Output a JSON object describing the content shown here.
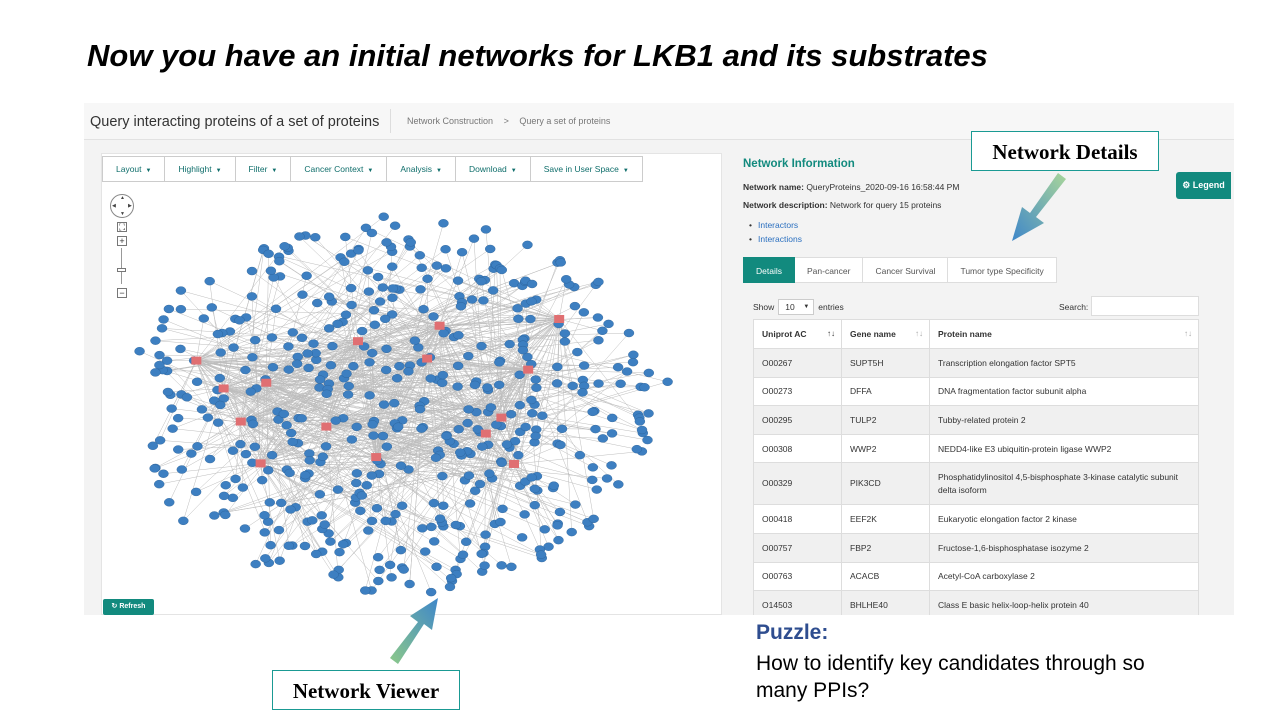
{
  "slide": {
    "title": "Now you have an initial networks for LKB1 and its substrates",
    "callout_details": "Network Details",
    "callout_viewer": "Network Viewer",
    "puzzle_heading": "Puzzle:",
    "puzzle_text": "How to identify key candidates through so many PPIs?"
  },
  "app": {
    "page_title": "Query interacting proteins of a set of proteins",
    "breadcrumb": [
      "Network Construction",
      ">",
      "Query a set of proteins"
    ],
    "toolbar": [
      "Layout",
      "Highlight",
      "Filter",
      "Cancer Context",
      "Analysis",
      "Download",
      "Save in User Space"
    ],
    "refresh_label": "Refresh",
    "legend_label": "Legend",
    "colors": {
      "accent": "#128a7e",
      "node_blue": "#3d7fc1",
      "node_query": "#e06f72",
      "edge": "#bdbdbd"
    }
  },
  "network_info": {
    "title": "Network Information",
    "name_label": "Network name:",
    "name_value": "QueryProteins_2020-09-16 16:58:44 PM",
    "desc_label": "Network description:",
    "desc_value": "Network for query 15 proteins",
    "links": [
      "Interactors",
      "Interactions"
    ],
    "tabs": [
      "Details",
      "Pan-cancer",
      "Cancer Survival",
      "Tumor type Specificity"
    ],
    "active_tab": "Details"
  },
  "table": {
    "show_label": "Show",
    "entries_value": "10",
    "entries_label": "entries",
    "search_label": "Search:",
    "columns": [
      "Uniprot AC",
      "Gene name",
      "Protein name"
    ],
    "rows": [
      [
        "O00267",
        "SUPT5H",
        "Transcription elongation factor SPT5"
      ],
      [
        "O00273",
        "DFFA",
        "DNA fragmentation factor subunit alpha"
      ],
      [
        "O00295",
        "TULP2",
        "Tubby-related protein 2"
      ],
      [
        "O00308",
        "WWP2",
        "NEDD4-like E3 ubiquitin-protein ligase WWP2"
      ],
      [
        "O00329",
        "PIK3CD",
        "Phosphatidylinositol 4,5-bisphosphate 3-kinase catalytic subunit delta isoform"
      ],
      [
        "O00418",
        "EEF2K",
        "Eukaryotic elongation factor 2 kinase"
      ],
      [
        "O00757",
        "FBP2",
        "Fructose-1,6-bisphosphatase isozyme 2"
      ],
      [
        "O00763",
        "ACACB",
        "Acetyl-CoA carboxylase 2"
      ],
      [
        "O14503",
        "BHLHE40",
        "Class E basic helix-loop-helix protein 40"
      ]
    ]
  }
}
